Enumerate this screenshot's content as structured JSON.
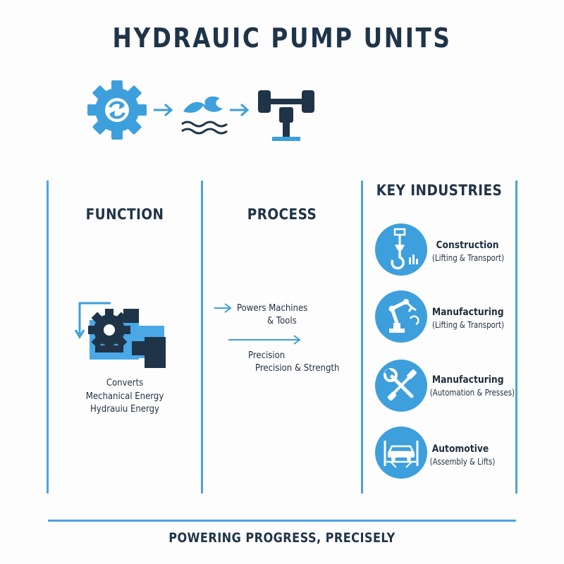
{
  "title": "HYDRAUIC PUMP UNITS",
  "columns": {
    "function": {
      "heading": "FUNCTION",
      "lines": [
        "Converts",
        "Mechanical Energy",
        "Hydrauiu Energy"
      ]
    },
    "process": {
      "heading": "PROCESS",
      "item1_lines": [
        "Powers Machines",
        "& Tools"
      ],
      "item2_lines": [
        "Precision",
        "Precision & Strength"
      ]
    },
    "industries": {
      "heading": "KEY INDUSTRIES",
      "items": [
        {
          "name": "Construction",
          "sub": "(Lifting & Transport)",
          "icon": "crane-hook-icon"
        },
        {
          "name": "Manufacturing",
          "sub": "(Lifting & Transport)",
          "icon": "robot-arm-icon"
        },
        {
          "name": "Manufacturing",
          "sub": "(Automation & Presses)",
          "icon": "wrench-screwdriver-icon"
        },
        {
          "name": "Automotive",
          "sub": "(Assembly & Lifts)",
          "icon": "car-lift-icon"
        }
      ]
    }
  },
  "footer": "POWERING PROGRESS, PRECISELY",
  "colors": {
    "accent": "#3d9fdc",
    "dark": "#1f3448"
  }
}
